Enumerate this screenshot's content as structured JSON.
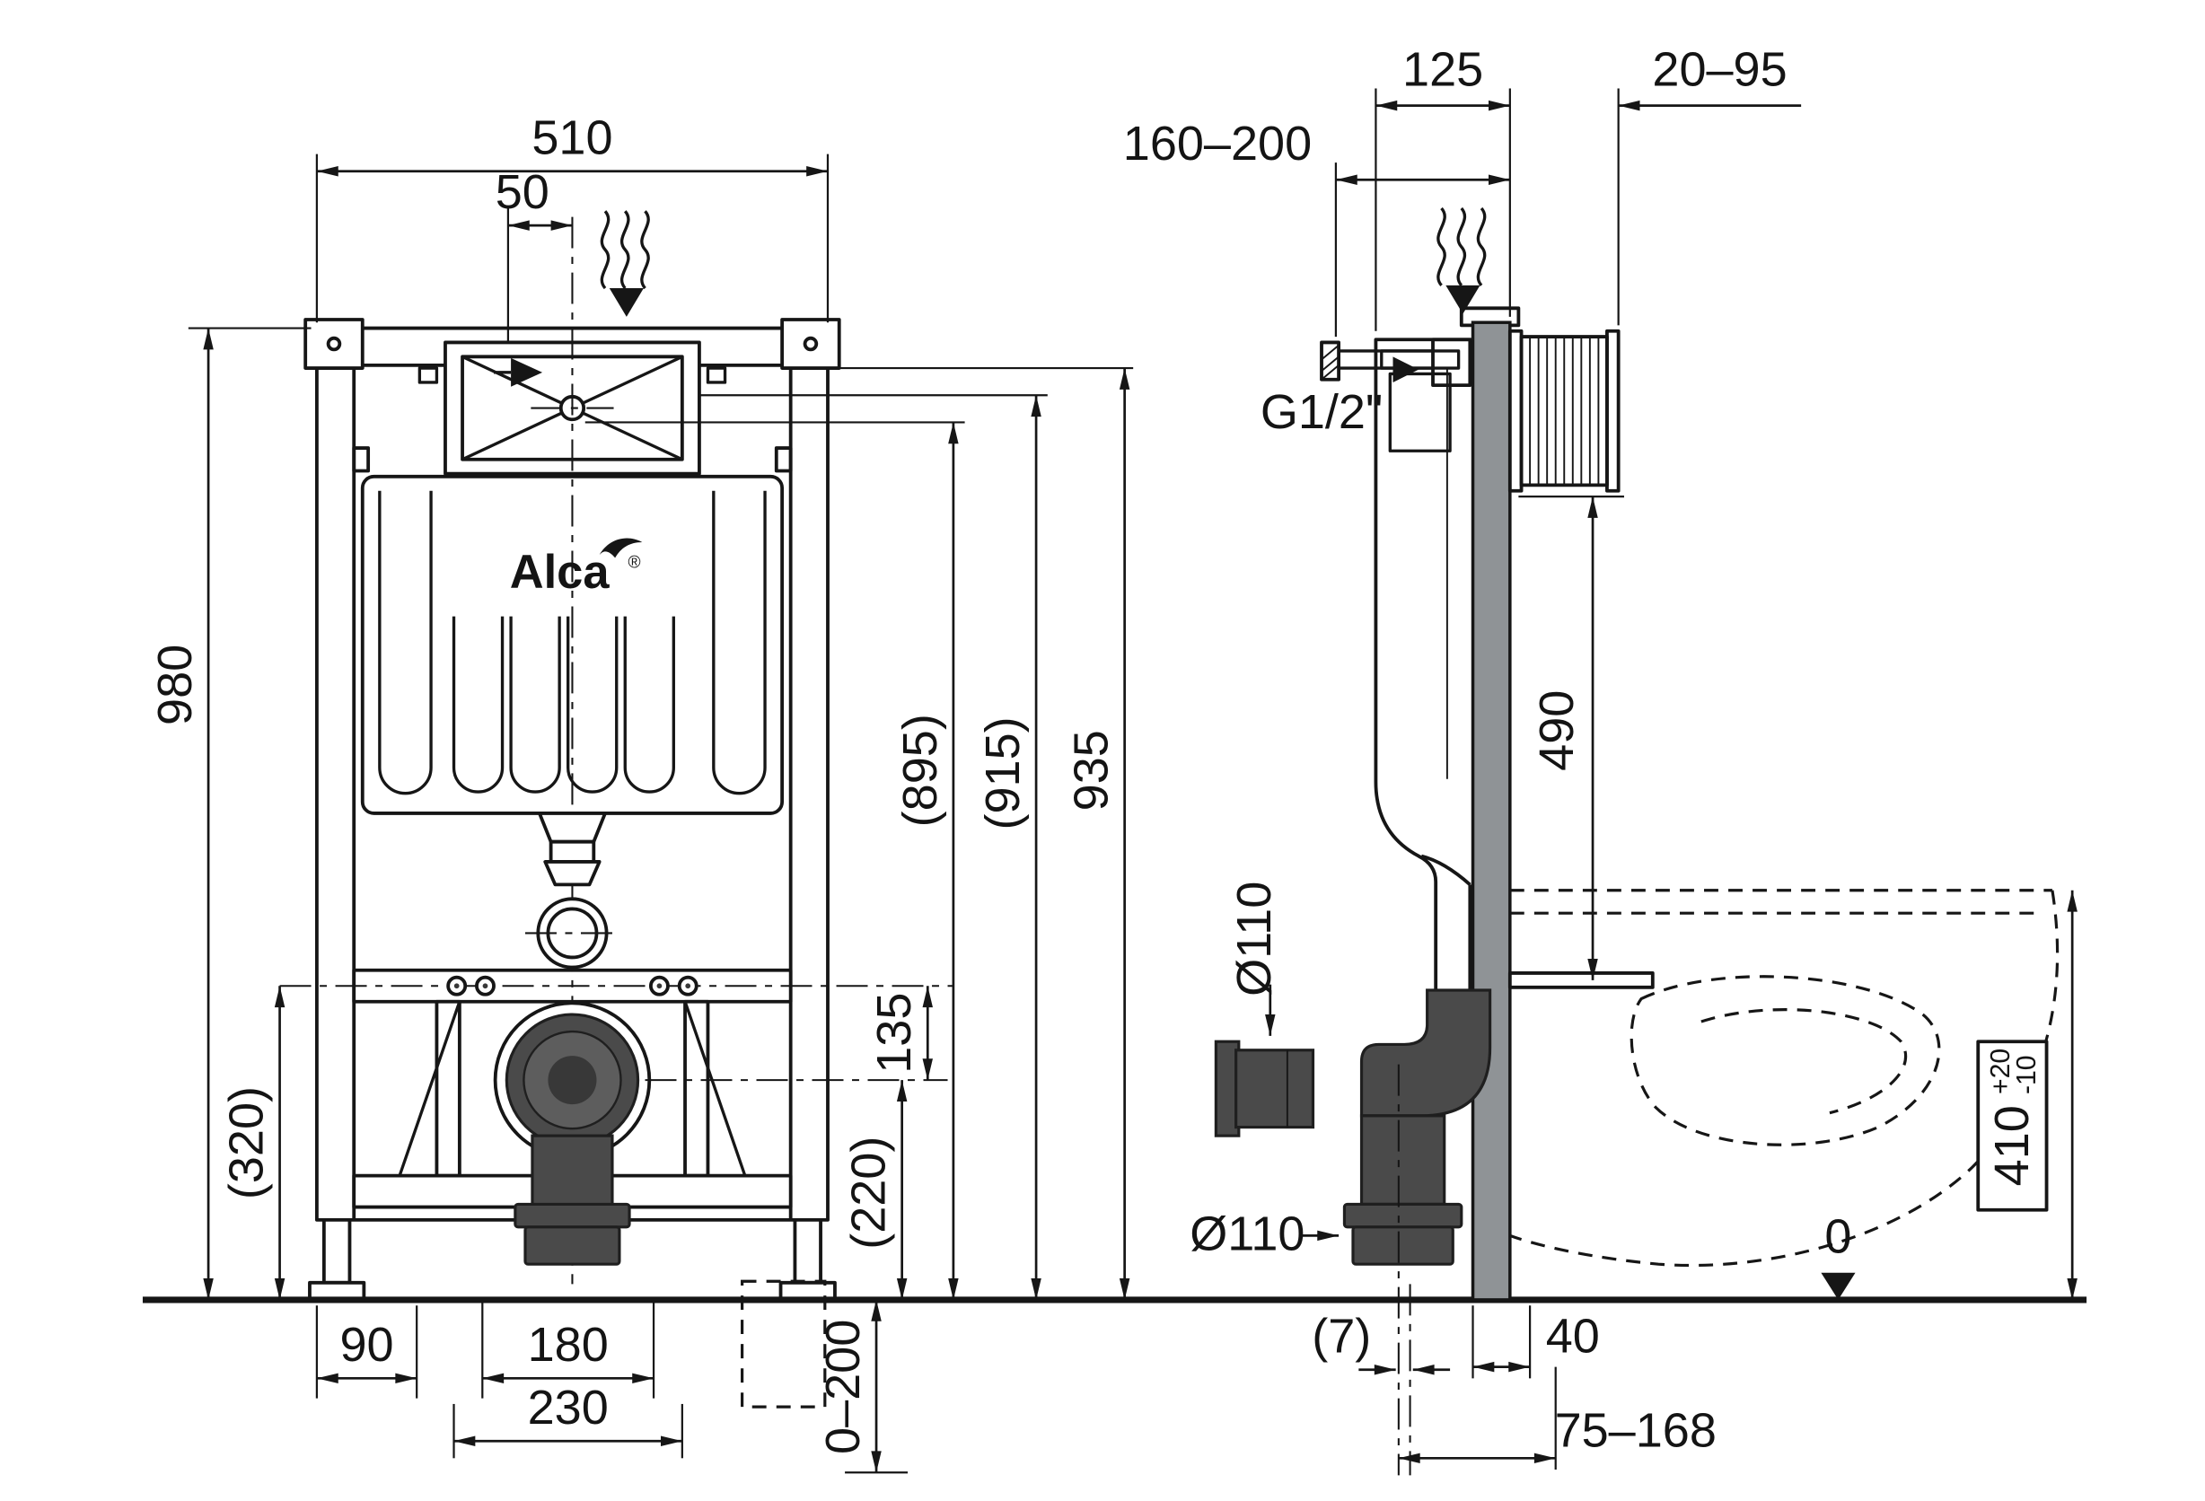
{
  "colors": {
    "line": "#161616",
    "dark_fitting": "#4a4a4a",
    "wall_profile": "#8f9396"
  },
  "front": {
    "d510": "510",
    "d50": "50",
    "d980": "980",
    "d320": "(320)",
    "d895": "(895)",
    "d915": "(915)",
    "d935": "935",
    "d135": "135",
    "d220": "(220)",
    "d90": "90",
    "d180": "180",
    "d230": "230",
    "d0_200": "0–200",
    "logo": "Alca",
    "logo_r": "®"
  },
  "side": {
    "d125": "125",
    "d20_95": "20–95",
    "d160_200": "160–200",
    "g_thread": "G1/2\"",
    "d490": "490",
    "dia110_top": "Ø110",
    "dia110_bottom": "Ø110",
    "d7": "(7)",
    "d40": "40",
    "d75_168": "75–168",
    "d410": "410",
    "d410_sup": "+20",
    "d410_sub": "-10",
    "d0": "0"
  }
}
